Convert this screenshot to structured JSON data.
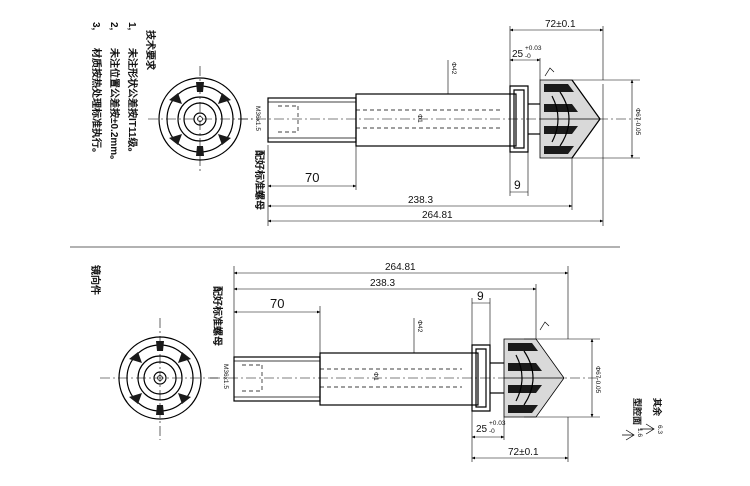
{
  "notes": {
    "heading": "技术要求",
    "item1_no": "1,",
    "item1": "未注形状公差按IT11级。",
    "item2_no": "2,",
    "item2": "未注位置公差按±0.2mm。",
    "item3_no": "3,",
    "item3": "材质按热处理标准执行。"
  },
  "top_view": {
    "dim_overall": "264.81",
    "dim_238": "238.3",
    "dim_70": "70",
    "dim_9": "9",
    "dim_72": "72±0.1",
    "dim_25": "25",
    "dim_25_tol_up": "+0.03",
    "dim_25_tol_low": "-0",
    "dim_dia_right": "Φ67-0.05",
    "dim_dia_shaft": "Φ42",
    "dim_dia_small": "Φ1",
    "thread": "M36x1.5",
    "label_vertical": "配好标准螺母"
  },
  "bottom_view": {
    "side_label": "镜向件",
    "dim_overall": "264.81",
    "dim_238": "238.3",
    "dim_70": "70",
    "dim_9": "9",
    "dim_72": "72±0.1",
    "dim_25": "25",
    "dim_25_tol_up": "+0.03",
    "dim_25_tol_low": "-0",
    "dim_dia_right": "Φ67-0.05",
    "dim_dia_shaft": "Φ42",
    "dim_dia_small": "Φ1",
    "thread": "M36x1.5",
    "label_vertical": "配好标准螺母"
  },
  "surface": {
    "rest_label": "其余",
    "rest_value": "6.3",
    "spec_label": "型腔面",
    "spec_value": "1.6"
  }
}
